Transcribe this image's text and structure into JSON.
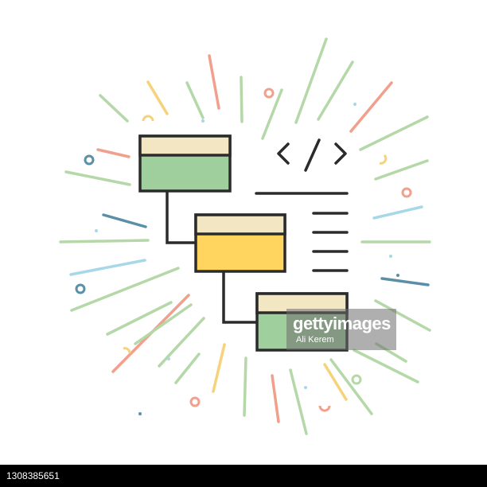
{
  "illustration": {
    "code_tag": "</>",
    "colors": {
      "outline": "#2b2b2b",
      "box_header": "#f3e6c3",
      "box_green": "#9fcf9c",
      "box_yellow": "#ffd560",
      "ray_green": "#b4d8a8",
      "ray_red": "#f0a08c",
      "ray_yellow": "#f6d27a",
      "ray_blue": "#a8d8e8",
      "ray_teal": "#5a8fa8"
    }
  },
  "watermark": {
    "brand": "gettyimages",
    "author": "Ali Kerem"
  },
  "footer": {
    "image_id": "1308385651"
  }
}
